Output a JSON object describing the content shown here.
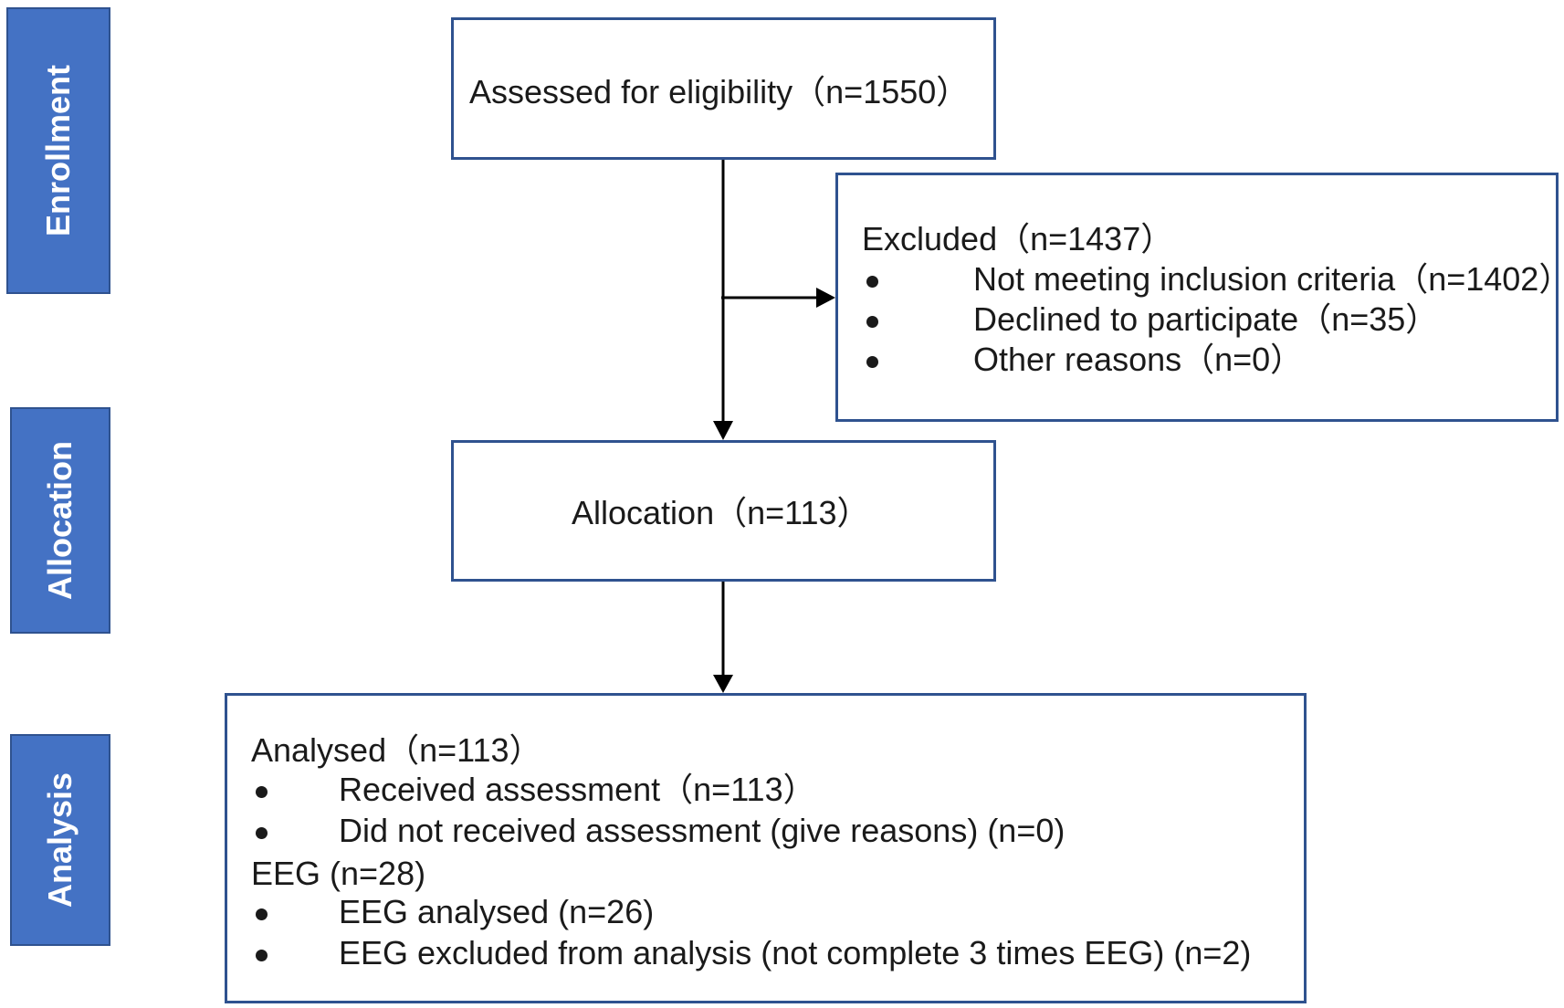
{
  "stages": {
    "enrollment": "Enrollment",
    "allocation": "Allocation",
    "analysis": "Analysis"
  },
  "boxes": {
    "assessed": "Assessed for eligibility（n=1550）",
    "excluded": {
      "title": "Excluded（n=1437）",
      "items": [
        "Not meeting inclusion criteria（n=1402）",
        "Declined to participate（n=35）",
        "Other reasons（n=0）"
      ]
    },
    "allocation": "Allocation（n=113）",
    "analysed": {
      "title": "Analysed（n=113）",
      "items": [
        "Received assessment（n=113）",
        "Did not received assessment (give reasons) (n=0)"
      ],
      "eeg_title": "EEG (n=28)",
      "eeg_items": [
        "EEG analysed (n=26)",
        "EEG excluded from analysis (not complete 3 times EEG) (n=2)"
      ]
    }
  },
  "colors": {
    "stage_fill": "#4472c4",
    "stage_border": "#2f528f",
    "box_border": "#2f528f",
    "line": "#000000"
  }
}
